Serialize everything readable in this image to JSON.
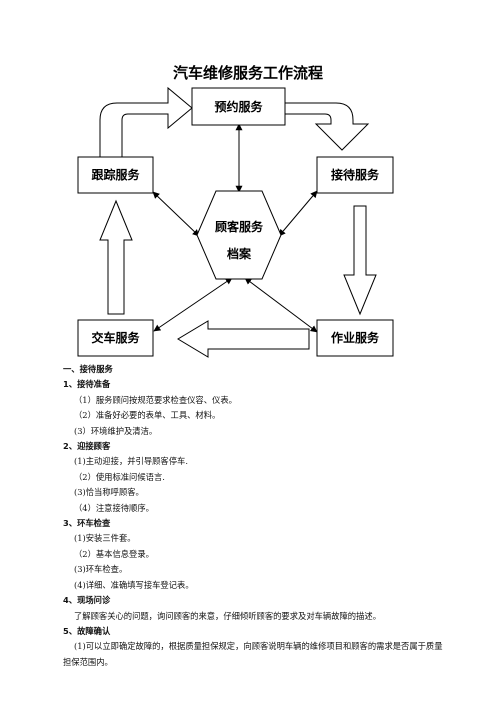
{
  "title": "汽车维修服务工作流程",
  "nodes": {
    "booking": "预约服务",
    "reception": "接待服务",
    "operation": "作业服务",
    "delivery": "交车服务",
    "followup": "跟踪服务",
    "archive_line1": "顾客服务",
    "archive_line2": "档案"
  },
  "notes": {
    "section1": "一、接待服务",
    "sub1": {
      "title": "1、接待准备",
      "items": [
        "（1）服务顾问按规范要求检查仪容、仪表。",
        "（2）准备好必要的表单、工具、材料。",
        "(3）环境维护及清洁。"
      ]
    },
    "sub2": {
      "title": "2、迎接顾客",
      "items": [
        "(1)主动迎接，并引导顾客停车.",
        "（2）使用标准问候语言.",
        "(3)恰当称呼顾客。",
        "（4）注意接待顺序。"
      ]
    },
    "sub3": {
      "title": "3、环车检查",
      "items": [
        "(1)安装三件套。",
        "（2）基本信息登录。",
        "(3)环车检查。",
        "(4)详细、准确填写接车登记表。"
      ]
    },
    "sub4": {
      "title": "4、现场问诊",
      "para": "了解顾客关心的问题，询问顾客的来意，仔细倾听顾客的要求及对车辆故障的描述。"
    },
    "sub5": {
      "title": "5、故障确认",
      "para": "(1)可以立即确定故障的，根据质量担保规定，向顾客说明车辆的维修项目和顾客的需求是否属于质量担保范围内。"
    }
  }
}
